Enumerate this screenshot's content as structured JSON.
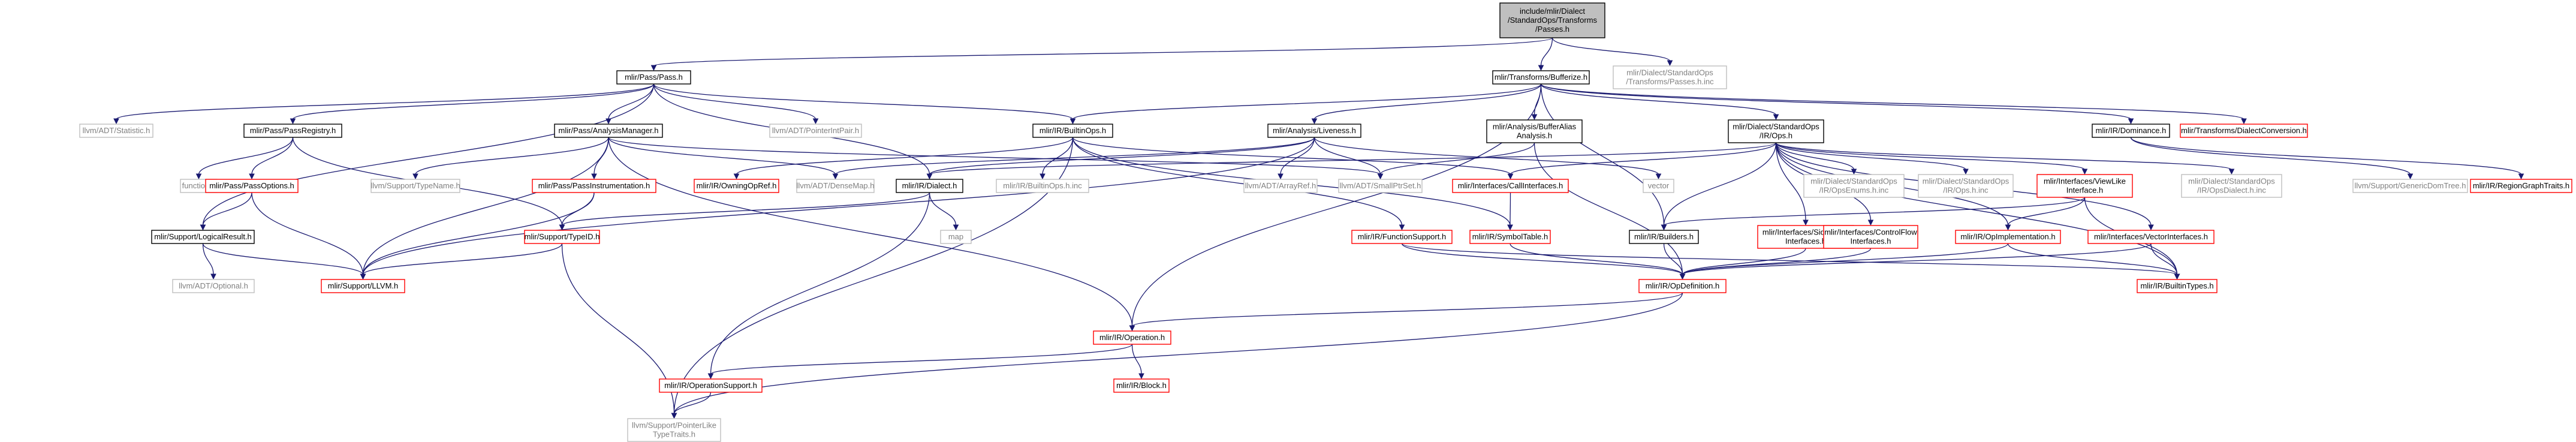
{
  "colors": {
    "root_fill": "#bfbfbf",
    "root_border": "#000000",
    "internal_border": "#000000",
    "internal_text": "#000000",
    "missing_border": "#ff0000",
    "missing_text": "#000000",
    "external_border": "#bfbfbf",
    "external_text": "#808080",
    "edge": "#191970",
    "background": "#ffffff"
  },
  "nodes": [
    {
      "id": "root",
      "kind": "root",
      "lines": [
        "include/mlir/Dialect",
        "/StandardOps/Transforms",
        "/Passes.h"
      ]
    },
    {
      "id": "pass_h",
      "kind": "internal",
      "lines": [
        "mlir/Pass/Pass.h"
      ]
    },
    {
      "id": "passes_h_inc",
      "kind": "external",
      "lines": [
        "mlir/Dialect/StandardOps",
        "/Transforms/Passes.h.inc"
      ]
    },
    {
      "id": "bufferize_h",
      "kind": "internal",
      "lines": [
        "mlir/Transforms/Bufferize.h"
      ]
    },
    {
      "id": "llvm_statistic",
      "kind": "external",
      "lines": [
        "llvm/ADT/Statistic.h"
      ]
    },
    {
      "id": "pass_registry",
      "kind": "internal",
      "lines": [
        "mlir/Pass/PassRegistry.h"
      ]
    },
    {
      "id": "analysis_manager",
      "kind": "internal",
      "lines": [
        "mlir/Pass/AnalysisManager.h"
      ]
    },
    {
      "id": "pointer_int_pair",
      "kind": "external",
      "lines": [
        "llvm/ADT/PointerIntPair.h"
      ]
    },
    {
      "id": "builtin_ops",
      "kind": "internal",
      "lines": [
        "mlir/IR/BuiltinOps.h"
      ]
    },
    {
      "id": "liveness",
      "kind": "internal",
      "lines": [
        "mlir/Analysis/Liveness.h"
      ]
    },
    {
      "id": "buffer_alias",
      "kind": "internal",
      "lines": [
        "mlir/Analysis/BufferAlias",
        "Analysis.h"
      ]
    },
    {
      "id": "std_ops",
      "kind": "internal",
      "lines": [
        "mlir/Dialect/StandardOps",
        "/IR/Ops.h"
      ]
    },
    {
      "id": "dominance",
      "kind": "internal",
      "lines": [
        "mlir/IR/Dominance.h"
      ]
    },
    {
      "id": "dialect_conversion",
      "kind": "missing",
      "lines": [
        "mlir/Transforms/DialectConversion.h"
      ]
    },
    {
      "id": "functional",
      "kind": "external",
      "lines": [
        "functional"
      ]
    },
    {
      "id": "pass_options",
      "kind": "missing",
      "lines": [
        "mlir/Pass/PassOptions.h"
      ]
    },
    {
      "id": "type_name",
      "kind": "external",
      "lines": [
        "llvm/Support/TypeName.h"
      ]
    },
    {
      "id": "pass_instrumentation",
      "kind": "missing",
      "lines": [
        "mlir/Pass/PassInstrumentation.h"
      ]
    },
    {
      "id": "owning_op_ref",
      "kind": "missing",
      "lines": [
        "mlir/IR/OwningOpRef.h"
      ]
    },
    {
      "id": "dense_map",
      "kind": "external",
      "lines": [
        "llvm/ADT/DenseMap.h"
      ]
    },
    {
      "id": "ir_dialect",
      "kind": "internal",
      "lines": [
        "mlir/IR/Dialect.h"
      ]
    },
    {
      "id": "builtin_ops_inc",
      "kind": "external",
      "lines": [
        "mlir/IR/BuiltinOps.h.inc"
      ]
    },
    {
      "id": "array_ref",
      "kind": "external",
      "lines": [
        "llvm/ADT/ArrayRef.h"
      ]
    },
    {
      "id": "small_ptr_set",
      "kind": "external",
      "lines": [
        "llvm/ADT/SmallPtrSet.h"
      ]
    },
    {
      "id": "call_interfaces",
      "kind": "missing",
      "lines": [
        "mlir/Interfaces/CallInterfaces.h"
      ]
    },
    {
      "id": "vector",
      "kind": "external",
      "lines": [
        "vector"
      ]
    },
    {
      "id": "std_ops_enums",
      "kind": "external",
      "lines": [
        "mlir/Dialect/StandardOps",
        "/IR/OpsEnums.h.inc"
      ]
    },
    {
      "id": "std_ops_inc",
      "kind": "external",
      "lines": [
        "mlir/Dialect/StandardOps",
        "/IR/Ops.h.inc"
      ]
    },
    {
      "id": "view_like",
      "kind": "missing",
      "lines": [
        "mlir/Interfaces/ViewLike",
        "Interface.h"
      ]
    },
    {
      "id": "ops_dialect_inc",
      "kind": "external",
      "lines": [
        "mlir/Dialect/StandardOps",
        "/IR/OpsDialect.h.inc"
      ]
    },
    {
      "id": "generic_dom_tree",
      "kind": "external",
      "lines": [
        "llvm/Support/GenericDomTree.h"
      ]
    },
    {
      "id": "region_graph_traits",
      "kind": "missing",
      "lines": [
        "mlir/IR/RegionGraphTraits.h"
      ]
    },
    {
      "id": "logical_result",
      "kind": "internal",
      "lines": [
        "mlir/Support/LogicalResult.h"
      ]
    },
    {
      "id": "type_id",
      "kind": "missing",
      "lines": [
        "mlir/Support/TypeID.h"
      ]
    },
    {
      "id": "map",
      "kind": "external",
      "lines": [
        "map"
      ]
    },
    {
      "id": "function_support",
      "kind": "missing",
      "lines": [
        "mlir/IR/FunctionSupport.h"
      ]
    },
    {
      "id": "symbol_table",
      "kind": "missing",
      "lines": [
        "mlir/IR/SymbolTable.h"
      ]
    },
    {
      "id": "builders",
      "kind": "internal",
      "lines": [
        "mlir/IR/Builders.h"
      ]
    },
    {
      "id": "side_effect",
      "kind": "missing",
      "lines": [
        "mlir/Interfaces/SideEffect",
        "Interfaces.h"
      ]
    },
    {
      "id": "control_flow",
      "kind": "missing",
      "lines": [
        "mlir/Interfaces/ControlFlow",
        "Interfaces.h"
      ]
    },
    {
      "id": "op_implementation",
      "kind": "missing",
      "lines": [
        "mlir/IR/OpImplementation.h"
      ]
    },
    {
      "id": "vector_interfaces",
      "kind": "missing",
      "lines": [
        "mlir/Interfaces/VectorInterfaces.h"
      ]
    },
    {
      "id": "llvm_optional",
      "kind": "external",
      "lines": [
        "llvm/ADT/Optional.h"
      ]
    },
    {
      "id": "support_llvm",
      "kind": "missing",
      "lines": [
        "mlir/Support/LLVM.h"
      ]
    },
    {
      "id": "op_definition",
      "kind": "missing",
      "lines": [
        "mlir/IR/OpDefinition.h"
      ]
    },
    {
      "id": "builtin_types",
      "kind": "missing",
      "lines": [
        "mlir/IR/BuiltinTypes.h"
      ]
    },
    {
      "id": "operation",
      "kind": "missing",
      "lines": [
        "mlir/IR/Operation.h"
      ]
    },
    {
      "id": "operation_support",
      "kind": "missing",
      "lines": [
        "mlir/IR/OperationSupport.h"
      ]
    },
    {
      "id": "block",
      "kind": "missing",
      "lines": [
        "mlir/IR/Block.h"
      ]
    },
    {
      "id": "pointer_like",
      "kind": "external",
      "lines": [
        "llvm/Support/PointerLike",
        "TypeTraits.h"
      ]
    }
  ],
  "edges": [
    [
      "root",
      "pass_h"
    ],
    [
      "root",
      "passes_h_inc"
    ],
    [
      "root",
      "bufferize_h"
    ],
    [
      "pass_h",
      "llvm_statistic"
    ],
    [
      "pass_h",
      "pass_registry"
    ],
    [
      "pass_h",
      "analysis_manager"
    ],
    [
      "pass_h",
      "pointer_int_pair"
    ],
    [
      "pass_h",
      "builtin_ops"
    ],
    [
      "pass_h",
      "ir_dialect"
    ],
    [
      "pass_h",
      "logical_result"
    ],
    [
      "bufferize_h",
      "builtin_ops"
    ],
    [
      "bufferize_h",
      "liveness"
    ],
    [
      "bufferize_h",
      "buffer_alias"
    ],
    [
      "bufferize_h",
      "std_ops"
    ],
    [
      "bufferize_h",
      "dominance"
    ],
    [
      "bufferize_h",
      "dialect_conversion"
    ],
    [
      "bufferize_h",
      "builders"
    ],
    [
      "bufferize_h",
      "operation"
    ],
    [
      "pass_registry",
      "functional"
    ],
    [
      "pass_registry",
      "pass_options"
    ],
    [
      "pass_registry",
      "type_id"
    ],
    [
      "pass_options",
      "logical_result"
    ],
    [
      "pass_options",
      "support_llvm"
    ],
    [
      "analysis_manager",
      "type_name"
    ],
    [
      "analysis_manager",
      "pass_instrumentation"
    ],
    [
      "analysis_manager",
      "dense_map"
    ],
    [
      "analysis_manager",
      "small_ptr_set"
    ],
    [
      "analysis_manager",
      "support_llvm"
    ],
    [
      "analysis_manager",
      "operation"
    ],
    [
      "pass_instrumentation",
      "type_id"
    ],
    [
      "pass_instrumentation",
      "support_llvm"
    ],
    [
      "builtin_ops",
      "owning_op_ref"
    ],
    [
      "builtin_ops",
      "builtin_ops_inc"
    ],
    [
      "builtin_ops",
      "function_support"
    ],
    [
      "builtin_ops",
      "symbol_table"
    ],
    [
      "builtin_ops",
      "call_interfaces"
    ],
    [
      "builtin_ops",
      "pointer_like"
    ],
    [
      "liveness",
      "dense_map"
    ],
    [
      "liveness",
      "array_ref"
    ],
    [
      "liveness",
      "small_ptr_set"
    ],
    [
      "liveness",
      "vector"
    ],
    [
      "liveness",
      "ir_dialect"
    ],
    [
      "liveness",
      "support_llvm"
    ],
    [
      "buffer_alias",
      "small_ptr_set"
    ],
    [
      "buffer_alias",
      "op_definition"
    ],
    [
      "std_ops",
      "ir_dialect"
    ],
    [
      "std_ops",
      "call_interfaces"
    ],
    [
      "std_ops",
      "std_ops_enums"
    ],
    [
      "std_ops",
      "std_ops_inc"
    ],
    [
      "std_ops",
      "view_like"
    ],
    [
      "std_ops",
      "ops_dialect_inc"
    ],
    [
      "std_ops",
      "builders"
    ],
    [
      "std_ops",
      "side_effect"
    ],
    [
      "std_ops",
      "control_flow"
    ],
    [
      "std_ops",
      "op_implementation"
    ],
    [
      "std_ops",
      "vector_interfaces"
    ],
    [
      "std_ops",
      "builtin_types"
    ],
    [
      "dominance",
      "generic_dom_tree"
    ],
    [
      "dominance",
      "region_graph_traits"
    ],
    [
      "ir_dialect",
      "map"
    ],
    [
      "ir_dialect",
      "type_id"
    ],
    [
      "ir_dialect",
      "operation_support"
    ],
    [
      "logical_result",
      "llvm_optional"
    ],
    [
      "logical_result",
      "support_llvm"
    ],
    [
      "type_id",
      "support_llvm"
    ],
    [
      "type_id",
      "pointer_like"
    ],
    [
      "function_support",
      "op_definition"
    ],
    [
      "function_support",
      "builtin_types"
    ],
    [
      "symbol_table",
      "op_definition"
    ],
    [
      "call_interfaces",
      "symbol_table"
    ],
    [
      "view_like",
      "builders"
    ],
    [
      "view_like",
      "op_implementation"
    ],
    [
      "view_like",
      "builtin_types"
    ],
    [
      "builders",
      "op_definition"
    ],
    [
      "side_effect",
      "op_definition"
    ],
    [
      "control_flow",
      "op_definition"
    ],
    [
      "op_implementation",
      "op_definition"
    ],
    [
      "op_implementation",
      "builtin_types"
    ],
    [
      "vector_interfaces",
      "op_definition"
    ],
    [
      "vector_interfaces",
      "builtin_types"
    ],
    [
      "op_definition",
      "operation"
    ],
    [
      "op_definition",
      "pointer_like"
    ],
    [
      "operation",
      "operation_support"
    ],
    [
      "operation",
      "block"
    ],
    [
      "operation_support",
      "pointer_like"
    ]
  ]
}
